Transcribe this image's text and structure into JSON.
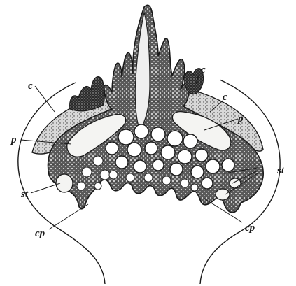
{
  "figure": {
    "labels": {
      "c_top": "c",
      "c_left": "c",
      "c_right": "c",
      "p_left": "p",
      "p_right": "p",
      "st_left": "st",
      "st_right": "st",
      "cp_left": "cp",
      "cp_right": "cp"
    }
  }
}
